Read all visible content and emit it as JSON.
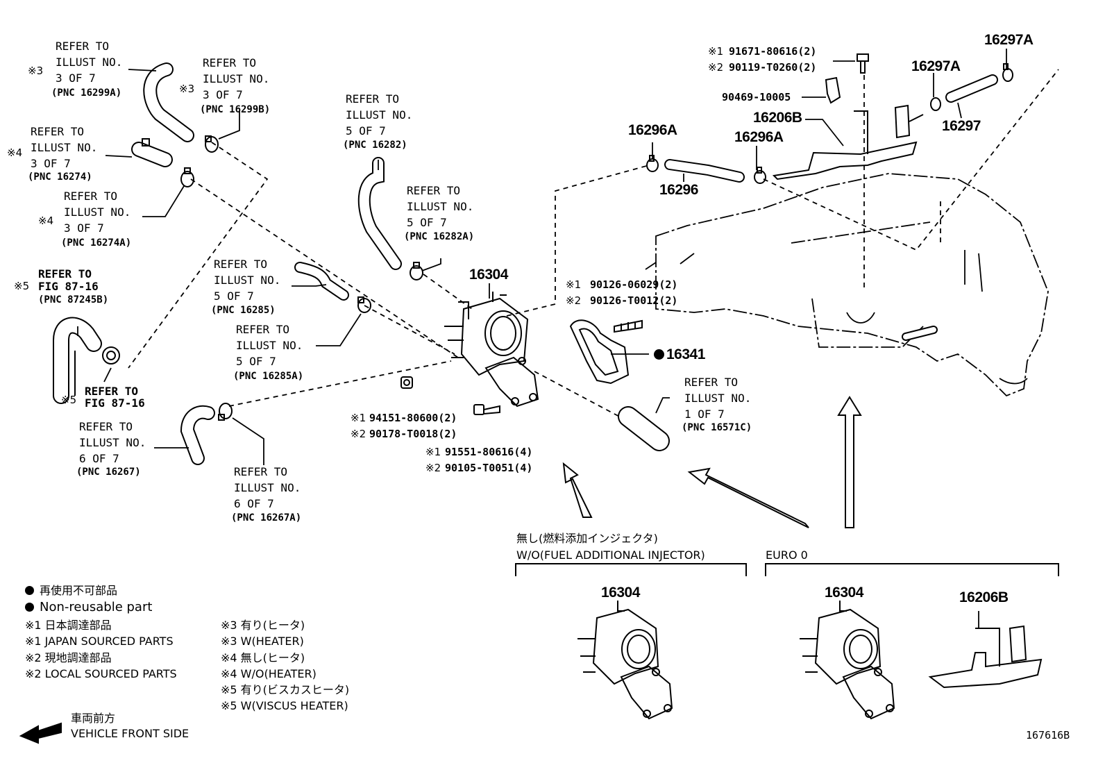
{
  "refs": {
    "hose_16299A": {
      "marker": "※3",
      "lines": [
        "REFER TO",
        "ILLUST NO.",
        "3 OF 7"
      ],
      "pnc": "(PNC 16299A)"
    },
    "clamp_16299B": {
      "marker": "※3",
      "lines": [
        "REFER TO",
        "ILLUST NO.",
        "3 OF 7"
      ],
      "pnc": "(PNC 16299B)"
    },
    "hose_16274": {
      "marker": "※4",
      "lines": [
        "REFER TO",
        "ILLUST NO.",
        "3 OF 7"
      ],
      "pnc": "(PNC 16274)"
    },
    "clamp_16274A": {
      "marker": "※4",
      "lines": [
        "REFER TO",
        "ILLUST NO.",
        "3 OF 7"
      ],
      "pnc": "(PNC 16274A)"
    },
    "fig_87245B": {
      "marker": "※5",
      "lines": [
        "REFER TO",
        "FIG 87-16"
      ],
      "pnc": "(PNC 87245B)"
    },
    "fig_87_16": {
      "marker": "※5",
      "lines": [
        "REFER TO",
        "FIG 87-16"
      ]
    },
    "hose_16282": {
      "lines": [
        "REFER TO",
        "ILLUST NO.",
        "5 OF 7"
      ],
      "pnc": "(PNC 16282)"
    },
    "clamp_16282A": {
      "lines": [
        "REFER TO",
        "ILLUST NO.",
        "5 OF 7"
      ],
      "pnc": "(PNC 16282A)"
    },
    "hose_16285": {
      "lines": [
        "REFER TO",
        "ILLUST NO.",
        "5 OF 7"
      ],
      "pnc": "(PNC 16285)"
    },
    "clamp_16285A": {
      "lines": [
        "REFER TO",
        "ILLUST NO.",
        "5 OF 7"
      ],
      "pnc": "(PNC 16285A)"
    },
    "hose_16267": {
      "lines": [
        "REFER TO",
        "ILLUST NO.",
        "6 OF 7"
      ],
      "pnc": "(PNC 16267)"
    },
    "clamp_16267A": {
      "lines": [
        "REFER TO",
        "ILLUST NO.",
        "6 OF 7"
      ],
      "pnc": "(PNC 16267A)"
    },
    "pipe_16571C": {
      "lines": [
        "REFER TO",
        "ILLUST NO.",
        "1 OF 7"
      ],
      "pnc": "(PNC 16571C)"
    }
  },
  "part_numbers": {
    "p16304": "16304",
    "p16341": "16341",
    "p16296A_left": "16296A",
    "p16296A_right": "16296A",
    "p16296": "16296",
    "p16206B": "16206B",
    "p16297A_left": "16297A",
    "p16297A_right": "16297A",
    "p16297": "16297",
    "p90469": "90469-10005",
    "inset_16304_a": "16304",
    "inset_16304_b": "16304",
    "inset_16206B": "16206B"
  },
  "fasteners": {
    "bolt_top": [
      {
        "marker": "※1",
        "code": "91671-80616(2)"
      },
      {
        "marker": "※2",
        "code": "90119-T0260(2)"
      }
    ],
    "stud": [
      {
        "marker": "※1",
        "code": "90126-06029(2)"
      },
      {
        "marker": "※2",
        "code": "90126-T0012(2)"
      }
    ],
    "nut": [
      {
        "marker": "※1",
        "code": "94151-80600(2)"
      },
      {
        "marker": "※2",
        "code": "90178-T0018(2)"
      }
    ],
    "bolt_pump": [
      {
        "marker": "※1",
        "code": "91551-80616(4)"
      },
      {
        "marker": "※2",
        "code": "90105-T0051(4)"
      }
    ]
  },
  "insets": {
    "wo_injector_jp": "無し(燃料添加インジェクタ)",
    "wo_injector_en": "W/O(FUEL ADDITIONAL INJECTOR)",
    "euro0": "EURO 0"
  },
  "legend": {
    "nonreusable_jp": "再使用不可部品",
    "nonreusable_en": "Non-reusable part",
    "left": [
      "※1 日本調達部品",
      "※1 JAPAN SOURCED PARTS",
      "※2 現地調達部品",
      "※2 LOCAL SOURCED PARTS"
    ],
    "right": [
      "※3 有り(ヒータ)",
      "※3 W(HEATER)",
      "※4 無し(ヒータ)",
      "※4 W/O(HEATER)",
      "※5 有り(ビスカスヒータ)",
      "※5 W(VISCUS HEATER)"
    ],
    "front_jp": "車両前方",
    "front_en": "VEHICLE FRONT SIDE"
  },
  "illustration_id": "167616B"
}
